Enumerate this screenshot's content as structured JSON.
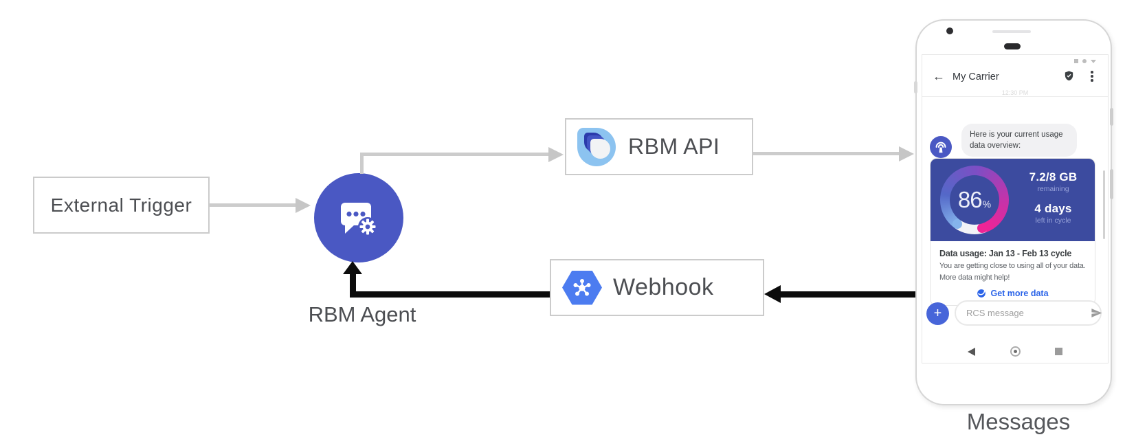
{
  "diagram": {
    "external_trigger": {
      "label": "External Trigger"
    },
    "rbm_agent": {
      "label": "RBM Agent"
    },
    "rbm_api": {
      "label": "RBM API"
    },
    "webhook": {
      "label": "Webhook"
    },
    "messages_caption": "Messages",
    "colors": {
      "agent_blue": "#4a58c3",
      "card_blue": "#3c4b9f",
      "webhook_hexagon_blue": "#4c7cf0",
      "api_logo_light_blue": "#8cc3f0",
      "api_logo_navy": "#2b3aab",
      "connector_gray": "#cccccc",
      "connector_black": "#0c0c0c"
    },
    "icons": {
      "agent": "chat-bubble-with-gear",
      "api_logo": "rcs-droplet-stack",
      "webhook": "hexagon-hub-and-spokes"
    }
  },
  "phone": {
    "status_icons": [
      "square",
      "dot",
      "triangle-down"
    ],
    "header": {
      "back_glyph": "←",
      "title": "My Carrier",
      "verified_icon": "shield-check",
      "menu_icon": "kebab-dots"
    },
    "timestamp": "12:30 PM",
    "chat": {
      "agent_avatar_icon": "broadcast-tower",
      "message": "Here is your current usage data overview:",
      "card": {
        "gauge_percent": "86",
        "gauge_percent_sign": "%",
        "remaining_value": "7.2/8 GB",
        "remaining_label": "remaining",
        "days_value": "4 days",
        "days_label": "left in cycle",
        "title": "Data usage: Jan 13 - Feb 13 cycle",
        "body": "You are getting close to using all of your data. More data might help!",
        "action_icon": "globe",
        "action_label": "Get more data"
      }
    },
    "composer": {
      "plus_glyph": "+",
      "placeholder": "RCS message",
      "send_icon": "send-arrow"
    },
    "navbar_icons": [
      "back-triangle",
      "home-circle",
      "recents-square"
    ]
  }
}
